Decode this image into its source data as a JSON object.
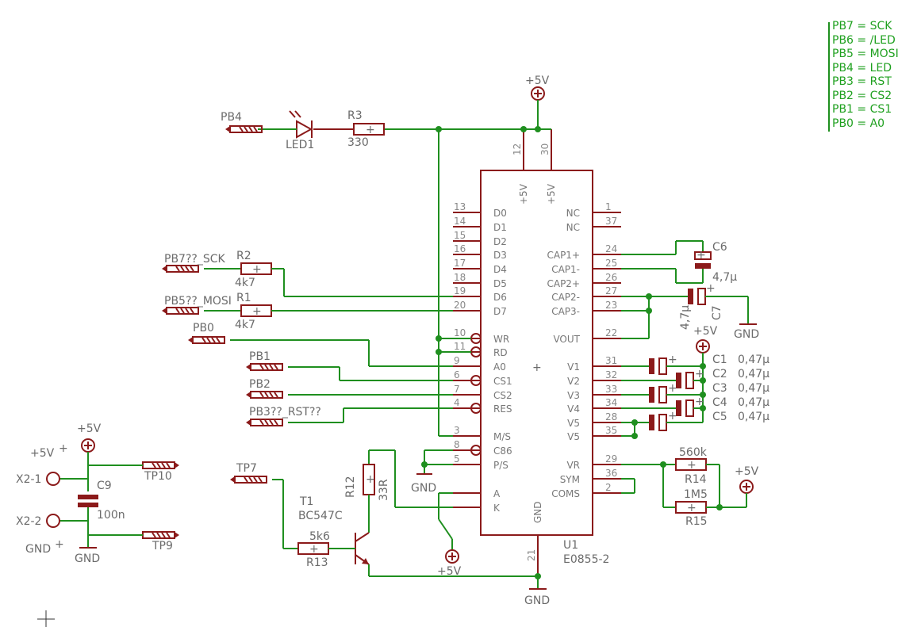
{
  "legend": [
    "PB7 = SCK",
    "PB6 = /LED",
    "PB5 = MOSI",
    "PB4 = LED",
    "PB3 = RST",
    "PB2 = CS2",
    "PB1 = CS1",
    "PB0 = A0"
  ],
  "ic": {
    "name": "U1",
    "value": "E0855-2",
    "center_plus": "+",
    "top_pin_numbers": [
      "12",
      "30"
    ],
    "top_pin_labels": [
      "+5V",
      "+5V"
    ],
    "bottom_pin_number": "21",
    "bottom_pin_label": "GND",
    "left_pins": [
      {
        "num": "13",
        "label": "D0"
      },
      {
        "num": "14",
        "label": "D1"
      },
      {
        "num": "15",
        "label": "D2"
      },
      {
        "num": "16",
        "label": "D3"
      },
      {
        "num": "17",
        "label": "D4"
      },
      {
        "num": "18",
        "label": "D5"
      },
      {
        "num": "19",
        "label": "D6"
      },
      {
        "num": "20",
        "label": "D7"
      },
      {
        "num": "10",
        "label": "WR"
      },
      {
        "num": "11",
        "label": "RD"
      },
      {
        "num": "9",
        "label": "A0"
      },
      {
        "num": "6",
        "label": "CS1"
      },
      {
        "num": "7",
        "label": "CS2"
      },
      {
        "num": "4",
        "label": "RES"
      },
      {
        "num": "3",
        "label": "M/S"
      },
      {
        "num": "8",
        "label": "C86"
      },
      {
        "num": "5",
        "label": "P/S"
      },
      {
        "num": "",
        "label": "A"
      },
      {
        "num": "",
        "label": "K"
      }
    ],
    "right_pins": [
      {
        "num": "1",
        "label": "NC"
      },
      {
        "num": "37",
        "label": "NC"
      },
      {
        "num": "24",
        "label": "CAP1+"
      },
      {
        "num": "25",
        "label": "CAP1-"
      },
      {
        "num": "26",
        "label": "CAP2+"
      },
      {
        "num": "27",
        "label": "CAP2-"
      },
      {
        "num": "23",
        "label": "CAP3-"
      },
      {
        "num": "22",
        "label": "VOUT"
      },
      {
        "num": "31",
        "label": "V1"
      },
      {
        "num": "32",
        "label": "V2"
      },
      {
        "num": "33",
        "label": "V3"
      },
      {
        "num": "34",
        "label": "V4"
      },
      {
        "num": "28",
        "label": "V5"
      },
      {
        "num": "35",
        "label": "V5"
      },
      {
        "num": "29",
        "label": "VR"
      },
      {
        "num": "36",
        "label": "SYM"
      },
      {
        "num": "2",
        "label": "COMS"
      }
    ]
  },
  "connectors": {
    "pb4": "PB4",
    "pb7": "PB7??_SCK",
    "pb5": "PB5??_MOSI",
    "pb0": "PB0",
    "pb1": "PB1",
    "pb2": "PB2",
    "pb3": "PB3??_RST??",
    "tp7": "TP7",
    "tp10": "TP10",
    "tp9": "TP9"
  },
  "parts": {
    "led1": "LED1",
    "r3_name": "R3",
    "r3_value": "330",
    "r2_name": "R2",
    "r2_value": "4k7",
    "r1_name": "R1",
    "r1_value": "4k7",
    "c6_name": "C6",
    "c6_value": "4,7µ",
    "c7_name": "C7",
    "c7_value": "4,7µ",
    "caps": [
      {
        "name": "C1",
        "value": "0,47µ"
      },
      {
        "name": "C2",
        "value": "0,47µ"
      },
      {
        "name": "C3",
        "value": "0,47µ"
      },
      {
        "name": "C4",
        "value": "0,47µ"
      },
      {
        "name": "C5",
        "value": "0,47µ"
      }
    ],
    "r14_name": "R14",
    "r14_value": "560k",
    "r15_name": "R15",
    "r15_value": "1M5",
    "r12_name": "R12",
    "r12_value": "33R",
    "t1_name": "T1",
    "t1_value": "BC547C",
    "r13_name": "R13",
    "r13_value": "5k6",
    "c9_name": "C9",
    "c9_value": "100n",
    "x21": "X2-1",
    "x22": "X2-2"
  },
  "supplies": {
    "vcc": "+5V",
    "gnd": "GND",
    "vcc_plain": "+5V",
    "gnd_plain": "GND",
    "plus": "+"
  },
  "colors": {
    "wire": "#1f8f1f",
    "part": "#8b1a1a",
    "legend": "#1fa01f",
    "text": "#6b6b6b"
  }
}
